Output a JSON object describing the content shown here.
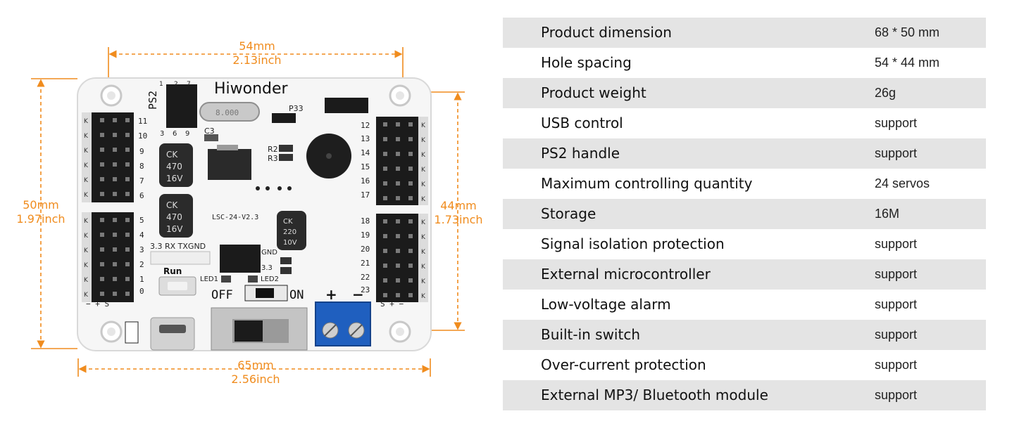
{
  "dimensions": {
    "top": {
      "mm": "54mm",
      "inch": "2.13inch"
    },
    "left": {
      "mm": "50mm",
      "inch": "1.97inch"
    },
    "right": {
      "mm": "44mm",
      "inch": "1.73inch"
    },
    "bottom": {
      "mm": "65mm",
      "inch": "2.56inch"
    }
  },
  "board": {
    "brand": "Hiwonder",
    "model": "LSC-24-V2.3",
    "ps2_label": "PS2",
    "p33_label": "P33",
    "c3_label": "C3",
    "r2_label": "R2",
    "r3_label": "R3",
    "crystal_label": "8.000",
    "cap1": {
      "line1": "CK",
      "line2": "470",
      "line3": "16V"
    },
    "cap2": {
      "line1": "CK",
      "line2": "470",
      "line3": "16V"
    },
    "cap3": {
      "line1": "CK",
      "line2": "220",
      "line3": "10V"
    },
    "uart_label": "3.3 RX TXGND",
    "gnd_label": "GND",
    "v33_label": "3.3",
    "run_label": "Run",
    "led1_label": "LED1",
    "led2_label": "LED2",
    "off_label": "OFF",
    "on_label": "ON",
    "plus_label": "+",
    "minus_label": "−",
    "ps2_pins_top": [
      "1",
      "2",
      "7"
    ],
    "ps2_pins_bottom": [
      "3",
      "6",
      "9"
    ],
    "left_channels_top": [
      "11",
      "10",
      "9",
      "8",
      "7",
      "6"
    ],
    "left_channels_bottom": [
      "5",
      "4",
      "3",
      "2",
      "1",
      "0"
    ],
    "right_channels_top": [
      "12",
      "13",
      "14",
      "15",
      "16",
      "17"
    ],
    "right_channels_bottom": [
      "18",
      "19",
      "20",
      "21",
      "22",
      "23"
    ],
    "signal_legend": "− + S",
    "signal_legend_right": "S + −",
    "k_label": "K",
    "usb_icon_hint": "micro-usb-port-icon"
  },
  "specs": [
    {
      "name": "Product dimension",
      "value": "68 * 50 mm"
    },
    {
      "name": "Hole spacing",
      "value": "54 * 44 mm"
    },
    {
      "name": "Product weight",
      "value": "26g"
    },
    {
      "name": "USB control",
      "value": "support"
    },
    {
      "name": "PS2 handle",
      "value": "support"
    },
    {
      "name": "Maximum controlling quantity",
      "value": "24 servos"
    },
    {
      "name": "Storage",
      "value": "16M"
    },
    {
      "name": "Signal isolation protection",
      "value": "support"
    },
    {
      "name": "External microcontroller",
      "value": "support"
    },
    {
      "name": "Low-voltage alarm",
      "value": "support"
    },
    {
      "name": "Built-in switch",
      "value": "support"
    },
    {
      "name": "Over-current protection",
      "value": "support"
    },
    {
      "name": "External MP3/ Bluetooth module",
      "value": "support"
    }
  ],
  "colors": {
    "accent": "#f08c1e",
    "row_shade": "#e4e4e4",
    "board": "#f7f7f7",
    "terminal": "#1f5fbf"
  }
}
